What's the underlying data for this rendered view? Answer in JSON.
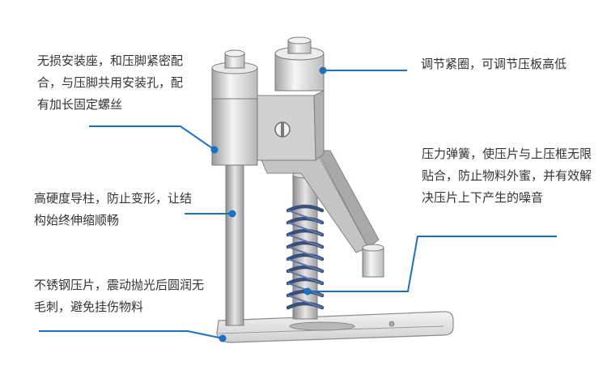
{
  "callouts": [
    {
      "id": "mount-seat",
      "text": "无损安装座，和压脚紧密配合，与压脚共用安装孔，配有加长固定螺丝"
    },
    {
      "id": "guide-column",
      "text": "高硬度导柱，防止变形，让结构始终伸缩顺畅"
    },
    {
      "id": "press-plate",
      "text": "不锈钢压片，震动抛光后圆润无毛刺，避免挂伤物料"
    },
    {
      "id": "adjust-collar",
      "text": "调节紧圈，可调节压板高低"
    },
    {
      "id": "pressure-spring",
      "text": "压力弹簧，使压片与上压框无限贴合，防止物料外蜜，并有效解决压片上下产生的噪音"
    }
  ],
  "colors": {
    "accent": "#1f6fbf",
    "metal_light": "#f2f2f2",
    "metal_mid": "#d9d9d9",
    "metal_dark": "#a8a8a8",
    "spring": "#3a4f7a"
  }
}
